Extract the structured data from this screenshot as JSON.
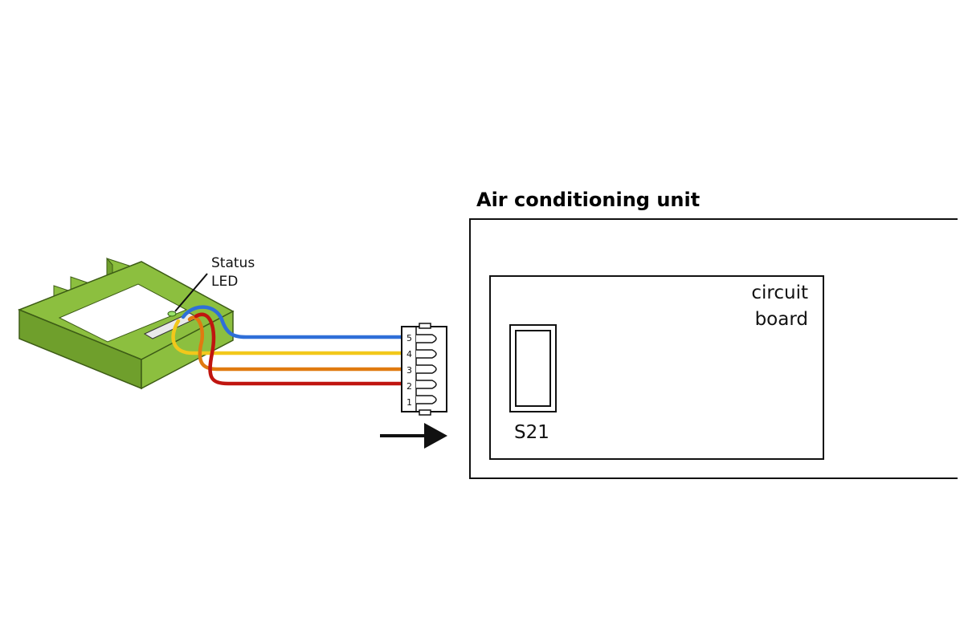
{
  "unit_title": "Air conditioning unit",
  "board": {
    "line1": "circuit",
    "line2": "board"
  },
  "socket_label": "S21",
  "led": {
    "line1": "Status",
    "line2": "LED"
  },
  "connector_pins": [
    "5",
    "4",
    "3",
    "2",
    "1"
  ],
  "colors": {
    "module_top": "#8cbf3f",
    "module_side": "#6f9f2c",
    "module_edge": "#3d5c16",
    "wire_blue": "#2f6fd8",
    "wire_yellow": "#f2c81b",
    "wire_orange": "#e07a10",
    "wire_red": "#c0150f",
    "led": "#9be36b",
    "outline": "#111111"
  },
  "icons": [
    "arrow-right-icon"
  ]
}
